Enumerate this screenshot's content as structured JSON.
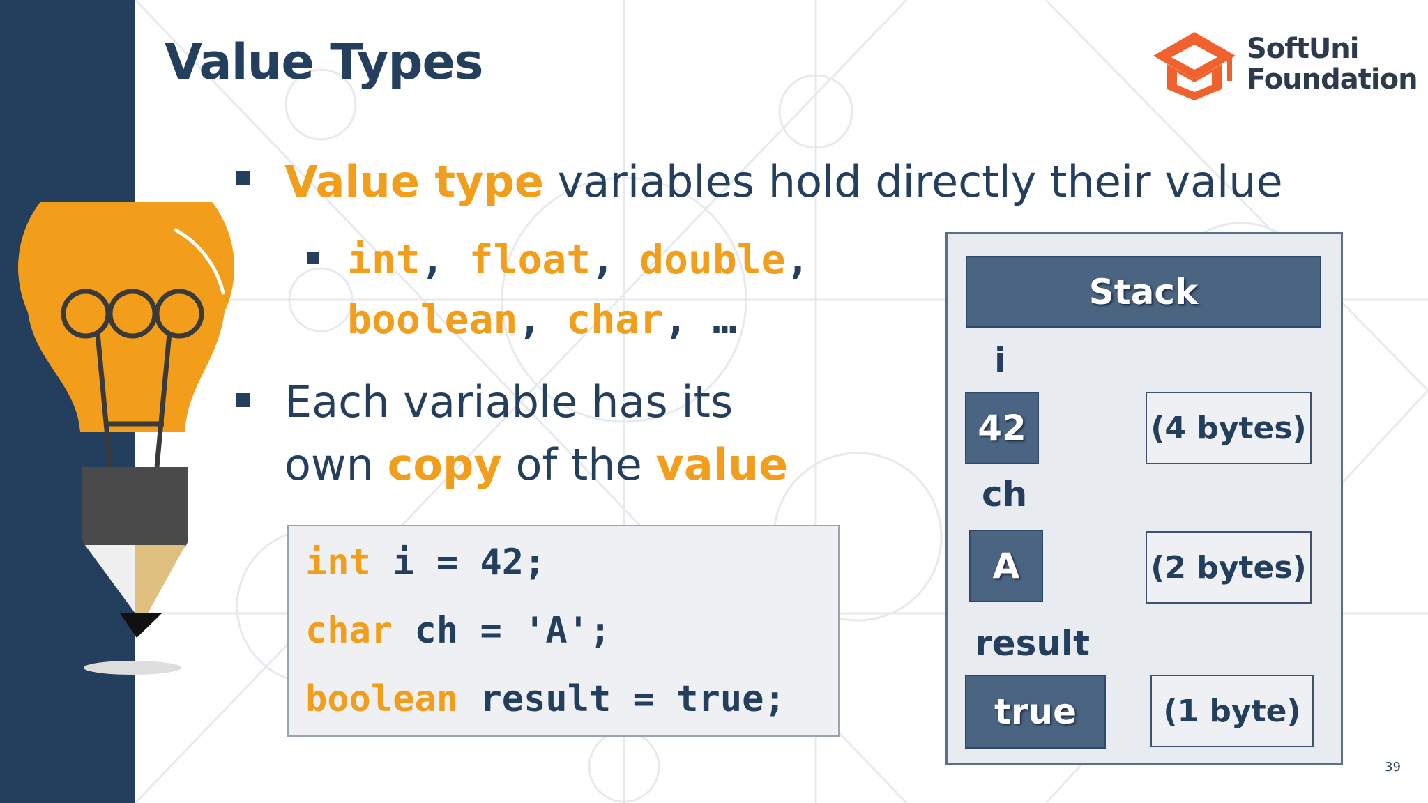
{
  "slide": {
    "title": "Value Types",
    "page_number": "39"
  },
  "logo": {
    "line1": "SoftUni",
    "line2": "Foundation",
    "icon": "graduation-cap-icon",
    "color": "#f0612d"
  },
  "bullets": {
    "b1": {
      "highlight": "Value type",
      "rest": " variables hold directly their value"
    },
    "sub": {
      "t1": "int",
      "s1": ", ",
      "t2": "float",
      "s2": ", ",
      "t3": "double",
      "s3": ",",
      "t4": "boolean",
      "s4": ", ",
      "t5": "char",
      "s5": ", …"
    },
    "b2": {
      "line1": "Each variable has its",
      "p1": "own ",
      "h1": "copy",
      "p2": " of the ",
      "h2": "value"
    }
  },
  "code": {
    "line1": {
      "kw": "int",
      "rest": " i = 42;"
    },
    "line2": {
      "kw": "char",
      "rest": " ch = 'A';"
    },
    "line3": {
      "kw": "boolean",
      "rest": " result = true;"
    }
  },
  "stack": {
    "header": "Stack",
    "vars": [
      {
        "name": "i",
        "value": "42",
        "size": "(4 bytes)"
      },
      {
        "name": "ch",
        "value": "A",
        "size": "(2 bytes)"
      },
      {
        "name": "result",
        "value": "true",
        "size": "(1 byte)"
      }
    ]
  },
  "colors": {
    "navy": "#243e5e",
    "accent": "#f29e1b",
    "stack_cell": "#4a6482"
  }
}
